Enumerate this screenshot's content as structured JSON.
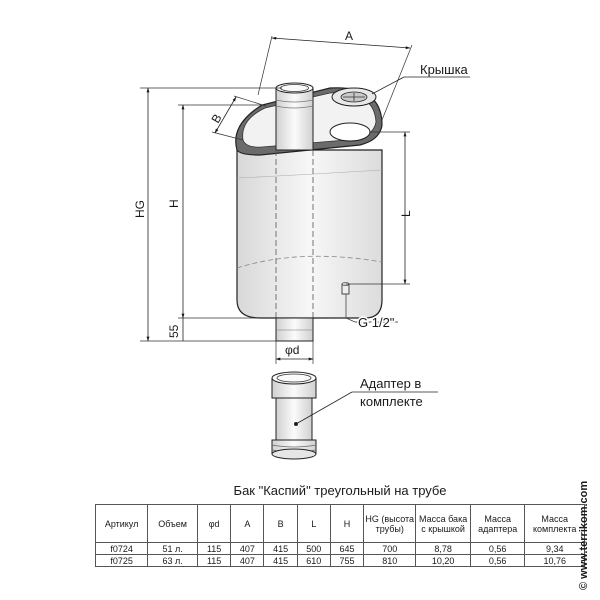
{
  "labels": {
    "A": "A",
    "B": "B",
    "HG": "HG",
    "H": "H",
    "L": "L",
    "d": "φd",
    "dim55": "55",
    "cover": "Крышка",
    "thread": "G 1/2\"",
    "adapter_line1": "Адаптер в",
    "adapter_line2": "комплекте"
  },
  "table": {
    "title": "Бак \"Каспий\" треугольный на трубе",
    "headers": [
      "Артикул",
      "Объем",
      "φd",
      "A",
      "B",
      "L",
      "H",
      "HG (высота трубы)",
      "Масса бака с крышкой",
      "Масса адаптера",
      "Масса комплекта"
    ],
    "rows": [
      [
        "f0724",
        "51 л.",
        "115",
        "407",
        "415",
        "500",
        "645",
        "700",
        "8,78",
        "0,56",
        "9,34"
      ],
      [
        "f0725",
        "63 л.",
        "115",
        "407",
        "415",
        "610",
        "755",
        "810",
        "10,20",
        "0,56",
        "10,76"
      ]
    ]
  },
  "watermark": "© www.terrikom.com"
}
